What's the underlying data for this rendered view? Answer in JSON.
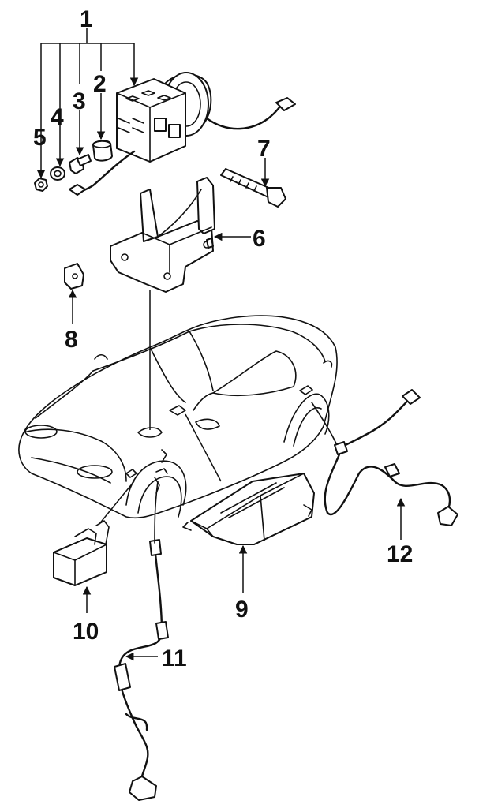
{
  "callouts": [
    {
      "id": "c1",
      "text": "1"
    },
    {
      "id": "c2",
      "text": "2"
    },
    {
      "id": "c3",
      "text": "3"
    },
    {
      "id": "c4",
      "text": "4"
    },
    {
      "id": "c5",
      "text": "5"
    },
    {
      "id": "c6",
      "text": "6"
    },
    {
      "id": "c7",
      "text": "7"
    },
    {
      "id": "c8",
      "text": "8"
    },
    {
      "id": "c9",
      "text": "9"
    },
    {
      "id": "c10",
      "text": "10"
    },
    {
      "id": "c11",
      "text": "11"
    },
    {
      "id": "c12",
      "text": "12"
    }
  ],
  "colors": {
    "ink": "#111111",
    "background": "#ffffff"
  }
}
